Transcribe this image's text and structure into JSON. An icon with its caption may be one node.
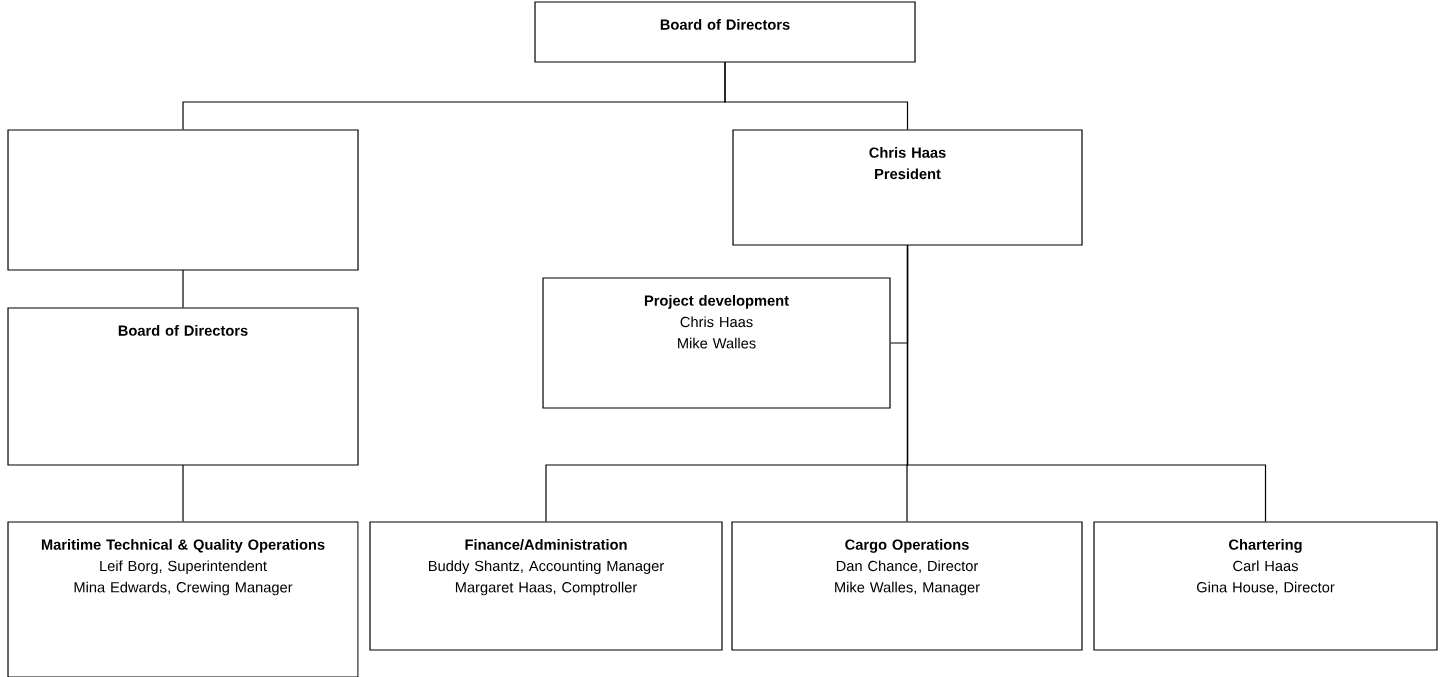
{
  "diagram": {
    "nodes": [
      {
        "text": [
          "**Board of Directors**"
        ]
      },
      {
        "text": [],
        "shape": "box"
      },
      {
        "text": [
          "**Chris Haas**",
          "**President**"
        ]
      },
      {
        "text": [
          "**Board of Directors**"
        ]
      },
      {
        "text": [
          "**Project development**",
          "Chris Haas",
          "Mike Walles"
        ]
      },
      {
        "text": [
          "**Maritime Technical & Quality Operations**",
          "Leif Borg, Superintendent",
          "Mina Edwards, Crewing Manager"
        ]
      },
      {
        "text": [
          "**Finance/Administration**",
          "Buddy Shantz, Accounting Manager",
          "Margaret Haas, Comptroller"
        ]
      },
      {
        "text": [
          "**Cargo Operations**",
          "Dan Chance, Director",
          "Mike Walles, Manager"
        ]
      },
      {
        "text": [
          "**Chartering**",
          "Carl Haas",
          "Gina House, Director"
        ]
      }
    ],
    "edges": [
      {
        "from": 0,
        "to": 1,
        "arrow": "none"
      },
      {
        "from": 0,
        "to": 2,
        "arrow": "none"
      },
      {
        "from": 1,
        "to": 3,
        "arrow": "none"
      },
      {
        "from": 3,
        "to": 5,
        "arrow": "none"
      },
      {
        "from": 2,
        "to": 4,
        "arrow": "none"
      },
      {
        "from": 2,
        "to": 6,
        "arrow": "none"
      },
      {
        "from": 2,
        "to": 7,
        "arrow": "none"
      },
      {
        "from": 2,
        "to": 8,
        "arrow": "none"
      }
    ]
  }
}
